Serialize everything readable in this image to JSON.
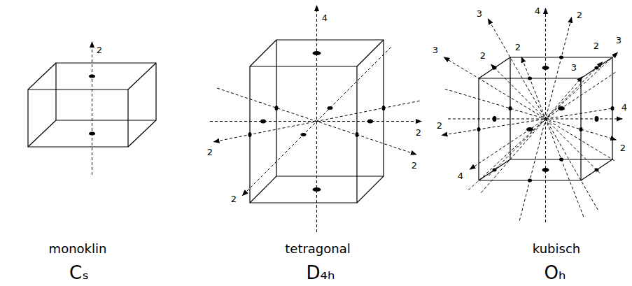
{
  "diagram": {
    "labels": [
      "2",
      "4",
      "2",
      "2",
      "2",
      "2",
      "3",
      "4",
      "2",
      "2",
      "3",
      "2",
      "3",
      "2",
      "3",
      "4",
      "2",
      "2",
      "4",
      "monoklin",
      "Cₛ",
      "tetragonal",
      "D₄ₕ",
      "kubisch",
      "Oₕ"
    ]
  }
}
